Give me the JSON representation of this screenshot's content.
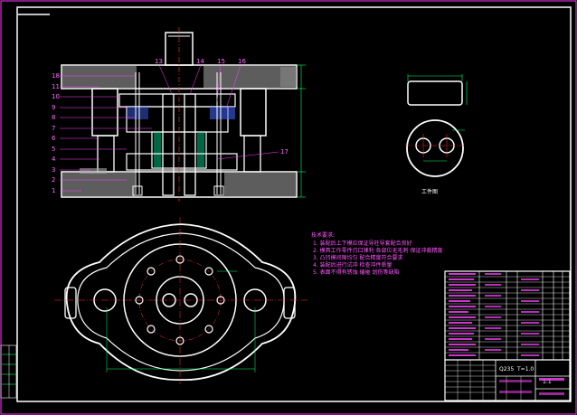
{
  "drawing": {
    "part_labels_left": [
      "18",
      "11",
      "10",
      "9",
      "8",
      "7",
      "6",
      "5",
      "4",
      "3",
      "2",
      "1"
    ],
    "part_labels_top": [
      "13",
      "14",
      "15",
      "16"
    ],
    "part_label_right": "17",
    "top_view_caption": "工件图",
    "notes_title": "技术要求:",
    "notes": [
      "1. 装配后上下模应保证导柱导套配合良好",
      "2. 模具工作零件刃口锋利 各部位无毛刺 保证冲裁精度",
      "3. 凸凹模间隙均匀 配合精度符合要求",
      "4. 装配后进行试冲 检查冲件质量",
      "5. 表面不得有锈蚀 磕碰 划伤等缺陷"
    ],
    "title_block": {
      "material": "Q235",
      "thickness": "T=1.0",
      "scale": "1:1"
    },
    "colors": {
      "frame": "#ffffff",
      "outline": "#ffffff",
      "label": "#ff44ff",
      "dimension": "#00ff66",
      "hatch": "#4466ff",
      "center": "#ff3333",
      "leader": "#ff44ff"
    }
  }
}
